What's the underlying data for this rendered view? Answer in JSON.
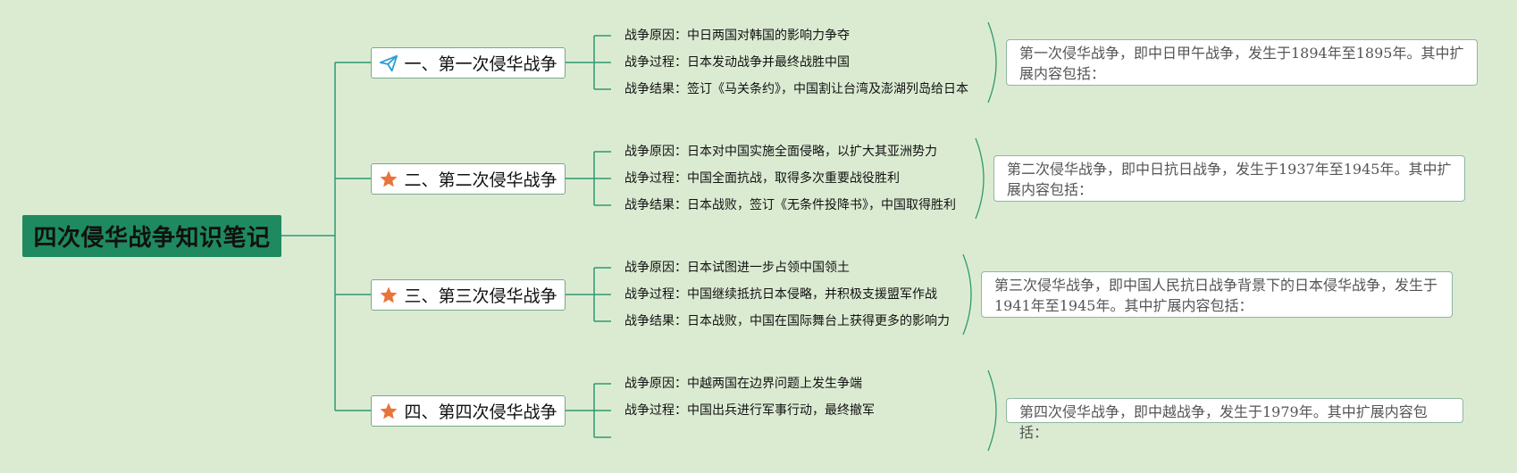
{
  "root": {
    "title": "四次侵华战争知识笔记"
  },
  "colors": {
    "line": "#2e9a6e",
    "icon_plane": "#2a9fd6",
    "icon_star": "#e8743b"
  },
  "branches": [
    {
      "label": "一、第一次侵华战争",
      "icon": "paper-plane-icon",
      "leaves": [
        "战争原因：中日两国对韩国的影响力争夺",
        "战争过程：日本发动战争并最终战胜中国",
        "战争结果：签订《马关条约》，中国割让台湾及澎湖列岛给日本"
      ],
      "note": "第一次侵华战争，即中日甲午战争，发生于1894年至1895年。其中扩展内容包括："
    },
    {
      "label": "二、第二次侵华战争",
      "icon": "star-icon",
      "leaves": [
        "战争原因：日本对中国实施全面侵略，以扩大其亚洲势力",
        "战争过程：中国全面抗战，取得多次重要战役胜利",
        "战争结果：日本战败，签订《无条件投降书》，中国取得胜利"
      ],
      "note": "第二次侵华战争，即中日抗日战争，发生于1937年至1945年。其中扩展内容包括："
    },
    {
      "label": "三、第三次侵华战争",
      "icon": "star-icon",
      "leaves": [
        "战争原因：日本试图进一步占领中国领土",
        "战争过程：中国继续抵抗日本侵略，并积极支援盟军作战",
        "战争结果：日本战败，中国在国际舞台上获得更多的影响力"
      ],
      "note": "第三次侵华战争，即中国人民抗日战争背景下的日本侵华战争，发生于1941年至1945年。其中扩展内容包括："
    },
    {
      "label": "四、第四次侵华战争",
      "icon": "star-icon",
      "leaves": [
        "战争原因：中越两国在边界问题上发生争端",
        "战争过程：中国出兵进行军事行动，最终撤军"
      ],
      "note": "第四次侵华战争，即中越战争，发生于1979年。其中扩展内容包括："
    }
  ]
}
